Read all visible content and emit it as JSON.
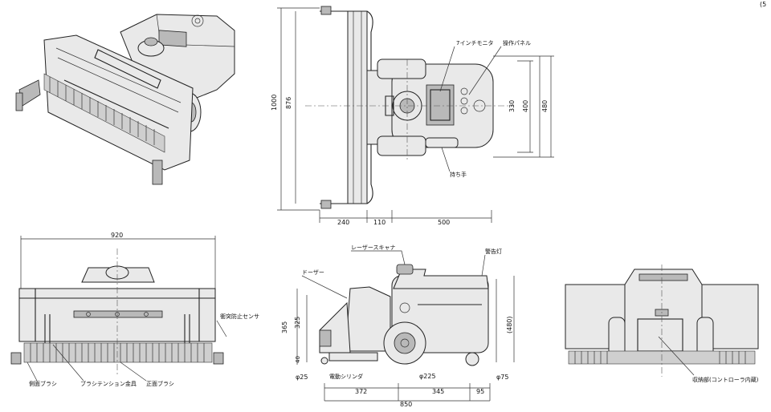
{
  "corner_mark": "(5",
  "top_view": {
    "dim_total_height": "1000",
    "dim_dozer_inner": "876",
    "dim_330": "330",
    "dim_400": "400",
    "dim_480": "480",
    "dim_240": "240",
    "dim_110": "110",
    "dim_500": "500",
    "label_monitor": "7インチモニタ",
    "label_panel": "操作パネル",
    "label_handle": "持ち手"
  },
  "front_view": {
    "dim_920": "920",
    "label_collision_sensor": "衝突防止センサ",
    "label_side_brush": "側面ブラシ",
    "label_brush_tension": "ブラシテンション金具",
    "label_front_brush": "正面ブラシ"
  },
  "side_view": {
    "label_laser": "レーザースキャナ",
    "label_warning_light": "警告灯",
    "label_dozer": "ドーザー",
    "dim_365": "365",
    "dim_325": "325",
    "dim_40": "40",
    "dim_480p": "(480)",
    "dim_phi25": "φ25",
    "label_cylinder": "電動シリンダ",
    "dim_phi225": "φ225",
    "dim_phi75": "φ75",
    "dim_372": "372",
    "dim_345": "345",
    "dim_95": "95",
    "dim_850": "850"
  },
  "rear_view": {
    "label_storage": "収納部(コントローラ内蔵)"
  }
}
